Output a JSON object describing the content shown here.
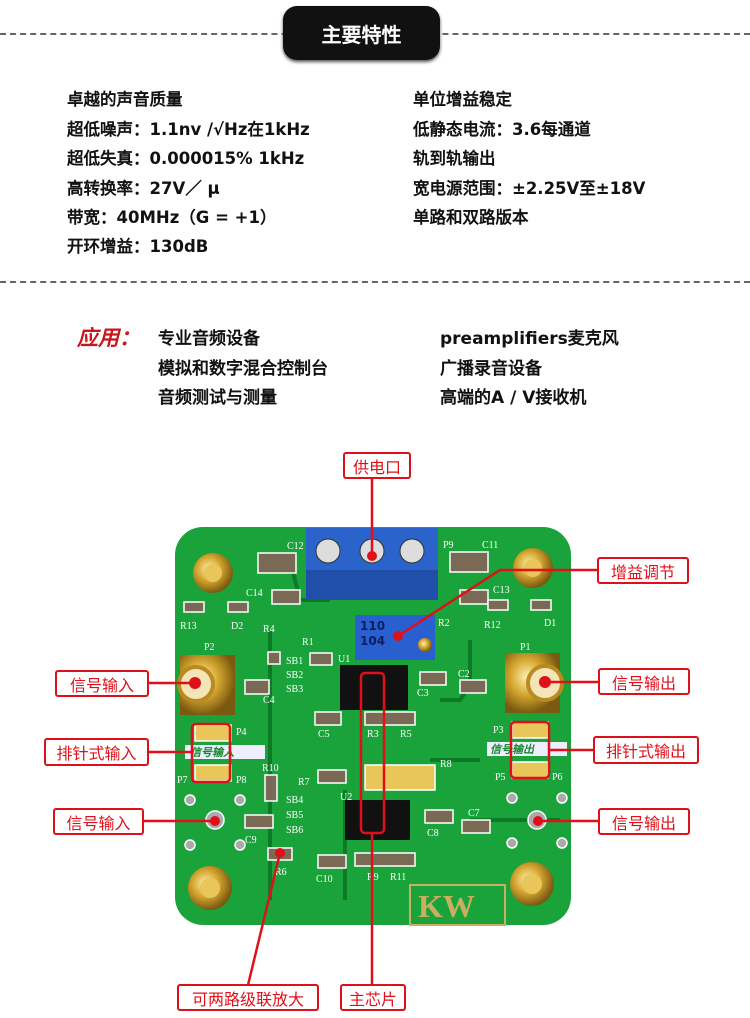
{
  "header": {
    "title": "主要特性"
  },
  "features": {
    "left": [
      "卓越的声音质量",
      "超低噪声：1.1nv /√Hz在1kHz",
      "超低失真：0.000015% 1kHz",
      "高转换率：27V／ μ",
      "带宽：40MHz（G = +1）",
      "开环增益：130dB"
    ],
    "right": [
      "单位增益稳定",
      "低静态电流：3.6每通道",
      "轨到轨输出",
      "宽电源范围：±2.25V至±18V",
      "单路和双路版本"
    ]
  },
  "applications": {
    "label": "应用：",
    "left": [
      "专业音频设备",
      "模拟和数字混合控制台",
      "音频测试与测量"
    ],
    "right": [
      "preamplifiers麦克风",
      "广播录音设备",
      "高端的A / V接收机"
    ]
  },
  "callouts": {
    "power": "供电口",
    "gain": "增益调节",
    "in_sma": "信号输入",
    "out_sma": "信号输出",
    "in_header": "排针式输入",
    "out_header": "排针式输出",
    "in_pad": "信号输入",
    "out_pad": "信号输出",
    "cascade": "可两路级联放大",
    "chip": "主芯片"
  },
  "board": {
    "silk": {
      "c12": "C12",
      "p9": "P9",
      "c11": "C11",
      "c14": "C14",
      "c13": "C13",
      "r13": "R13",
      "d2": "D2",
      "r12": "R12",
      "d1": "D1",
      "r4": "R4",
      "r1": "R1",
      "r2": "R2",
      "p2": "P2",
      "p1": "P1",
      "sb1": "SB1",
      "sb2": "SB2",
      "sb3": "SB3",
      "u1": "U1",
      "c3": "C3",
      "c2": "C2",
      "c4": "C4",
      "c5": "C5",
      "r3": "R3",
      "r5": "R5",
      "p4": "P4",
      "p3": "P3",
      "in_text": "信号输入",
      "out_text": "信号输出",
      "p7": "P7",
      "p8": "P8",
      "p5": "P5",
      "p6": "P6",
      "r10": "R10",
      "r8": "R8",
      "r7": "R7",
      "u2": "U2",
      "sb4": "SB4",
      "sb5": "SB5",
      "sb6": "SB6",
      "c7": "C7",
      "c9": "C9",
      "c8": "C8",
      "r6": "R6",
      "c10": "C10",
      "r9": "R9",
      "r11": "R11",
      "logo": "KW",
      "pot_code1": "110",
      "pot_code2": "104"
    },
    "colors": {
      "pcb": "#1aa33a",
      "accent": "#e0101a"
    }
  }
}
